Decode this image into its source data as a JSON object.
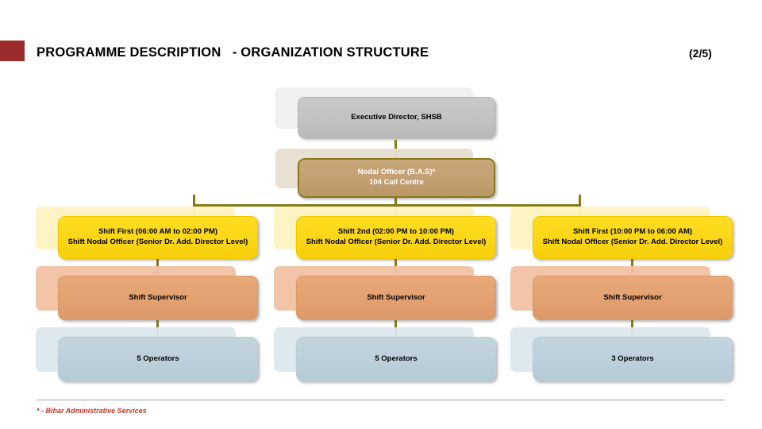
{
  "header": {
    "title": "PROGRAMME DESCRIPTION   - ORGANIZATION STRUCTURE",
    "page_counter": "(2/5)",
    "accent_color": "#9E2B2B"
  },
  "chart_data": {
    "type": "diagram",
    "title": "PROGRAMME DESCRIPTION   - ORGANIZATION STRUCTURE",
    "diagram_kind": "organization-chart",
    "connector_color": "#857b16",
    "levels": [
      {
        "level": 1,
        "name": "executive",
        "fill": "#c2c2c2",
        "text_color": "#000000",
        "nodes": [
          {
            "id": "exec-director",
            "lines": [
              "Executive Director, SHSB"
            ]
          }
        ]
      },
      {
        "level": 2,
        "name": "nodal-officer",
        "fill": "#c39f71",
        "border": "#8a7a18",
        "text_color": "#ffffff",
        "nodes": [
          {
            "id": "nodal-officer",
            "lines": [
              "Nodal Officer (B.A.S)*",
              "104 Call Centre"
            ]
          }
        ]
      },
      {
        "level": 3,
        "name": "shift-nodal-officers",
        "fill": "#fcd616",
        "text_color": "#000000",
        "nodes": [
          {
            "id": "shift-1",
            "lines": [
              "Shift First (06:00 AM to 02:00 PM)",
              "Shift Nodal Officer (Senior Dr. Add. Director Level)"
            ]
          },
          {
            "id": "shift-2",
            "lines": [
              "Shift 2nd (02:00 PM to 10:00 PM)",
              "Shift Nodal Officer (Senior Dr. Add. Director Level)"
            ]
          },
          {
            "id": "shift-3",
            "lines": [
              "Shift First (10:00 PM to 06:00 AM)",
              "Shift Nodal Officer (Senior Dr. Add. Director Level)"
            ]
          }
        ]
      },
      {
        "level": 4,
        "name": "shift-supervisors",
        "fill": "#e3a171",
        "text_color": "#000000",
        "nodes": [
          {
            "id": "supervisor-1",
            "lines": [
              "Shift Supervisor"
            ]
          },
          {
            "id": "supervisor-2",
            "lines": [
              "Shift Supervisor"
            ]
          },
          {
            "id": "supervisor-3",
            "lines": [
              "Shift Supervisor"
            ]
          }
        ]
      },
      {
        "level": 5,
        "name": "operators",
        "fill": "#bcd0db",
        "text_color": "#000000",
        "nodes": [
          {
            "id": "operators-1",
            "lines": [
              "5 Operators"
            ]
          },
          {
            "id": "operators-2",
            "lines": [
              "5 Operators"
            ]
          },
          {
            "id": "operators-3",
            "lines": [
              "3 Operators"
            ]
          }
        ]
      }
    ]
  },
  "nodes": {
    "exec_director": {
      "l1": "Executive Director, SHSB"
    },
    "nodal_officer": {
      "l1": "Nodal Officer (B.A.S)*",
      "l2": "104 Call Centre"
    },
    "shift1": {
      "l1": "Shift First (06:00 AM to 02:00 PM)",
      "l2": "Shift Nodal Officer (Senior Dr. Add. Director Level)"
    },
    "shift2": {
      "l1": "Shift 2nd (02:00 PM to 10:00 PM)",
      "l2": "Shift Nodal Officer (Senior Dr. Add. Director Level)"
    },
    "shift3": {
      "l1": "Shift First (10:00 PM to 06:00 AM)",
      "l2": "Shift Nodal Officer (Senior Dr. Add. Director Level)"
    },
    "supervisor1": {
      "l1": "Shift Supervisor"
    },
    "supervisor2": {
      "l1": "Shift Supervisor"
    },
    "supervisor3": {
      "l1": "Shift Supervisor"
    },
    "operators1": {
      "l1": "5 Operators"
    },
    "operators2": {
      "l1": "5 Operators"
    },
    "operators3": {
      "l1": "3 Operators"
    }
  },
  "footer": {
    "note": "* - Bihar Administrative Services"
  }
}
